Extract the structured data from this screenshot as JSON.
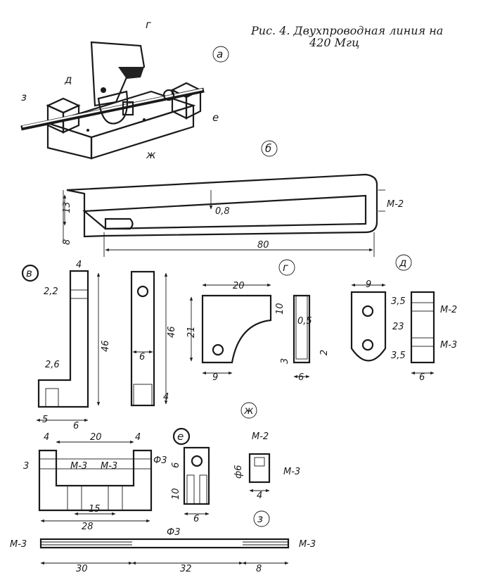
{
  "caption": {
    "line1": "Рис. 4. Двухпроводная линия на",
    "line2": "420 Мгц"
  },
  "view_labels": {
    "a": "а",
    "b": "б",
    "v": "в",
    "g": "г",
    "d": "д",
    "zh": "ж",
    "z": "з"
  },
  "part_labels": {
    "g": "г",
    "d": "д",
    "z": "з",
    "e": "е",
    "zh": "ж"
  },
  "dimensions": {
    "b": {
      "height": "13",
      "slot": "8",
      "thickness": "0,8",
      "thread": "М-2",
      "length": "80"
    },
    "v_left": {
      "top": "4",
      "hole": "2,2",
      "height": "46",
      "step": "2,6",
      "base": "5",
      "width": "6"
    },
    "v_mid": {
      "width": "6",
      "height": "46",
      "bottom": "4"
    },
    "g_left": {
      "width": "20",
      "height": "21",
      "hole_x": "9"
    },
    "g_right": {
      "top": "10",
      "thickness": "0,5",
      "bottom": "3",
      "hole": "2",
      "width": "6"
    },
    "d_left": {
      "width": "9"
    },
    "d_right": {
      "top": "3,5",
      "thread_top": "М-2",
      "middle": "23",
      "thread_bottom": "М-3",
      "bottom": "3,5",
      "width": "6"
    },
    "bottom_block": {
      "left": "4",
      "span": "20",
      "right": "4",
      "hole_d": "Ф3",
      "side": "3",
      "thread_l": "М-3",
      "thread_r": "М-3",
      "inner": "15",
      "total": "28"
    },
    "e_small": {
      "label": "е",
      "top": "6",
      "height": "10",
      "width": "6"
    },
    "zh_nut": {
      "thread_top": "М-2",
      "diameter": "ф6",
      "thread_side": "М-3",
      "width": "4"
    },
    "z_rod": {
      "thread_l": "М-3",
      "diameter": "Ф3",
      "thread_r": "М-3",
      "seg1": "30",
      "seg2": "32",
      "seg3": "8"
    }
  }
}
